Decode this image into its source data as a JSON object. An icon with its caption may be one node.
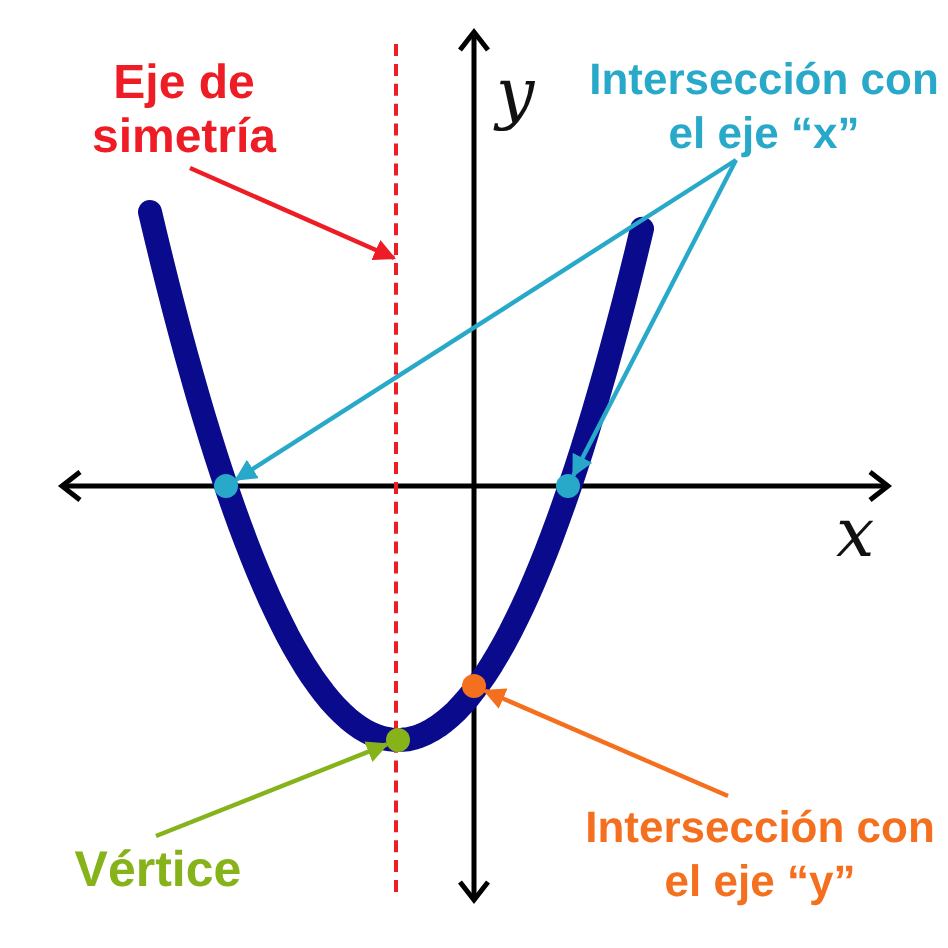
{
  "diagram": {
    "nodes": [
      {
        "text": [
          "Eje de simetría"
        ]
      },
      {
        "text": [],
        "shape": "line"
      },
      {
        "text": [
          "Intersección con el eje “x”"
        ]
      },
      {
        "text": [],
        "shape": "circle"
      },
      {
        "text": [],
        "shape": "circle"
      },
      {
        "text": [
          "Vértice"
        ]
      },
      {
        "text": [],
        "shape": "circle"
      },
      {
        "text": [
          "Intersección con el eje “y”"
        ]
      },
      {
        "text": [],
        "shape": "circle"
      }
    ],
    "edges": [
      {
        "from": 0,
        "to": 1,
        "arrow": "to",
        "color": "#ee1c25"
      },
      {
        "from": 2,
        "to": 3,
        "arrow": "to",
        "color": "#29a9c9"
      },
      {
        "from": 2,
        "to": 4,
        "arrow": "to",
        "color": "#29a9c9"
      },
      {
        "from": 5,
        "to": 6,
        "arrow": "to",
        "color": "#86b21a"
      },
      {
        "from": 7,
        "to": 8,
        "arrow": "to",
        "color": "#f46f1e"
      }
    ],
    "labels": [
      "y",
      "x"
    ]
  }
}
